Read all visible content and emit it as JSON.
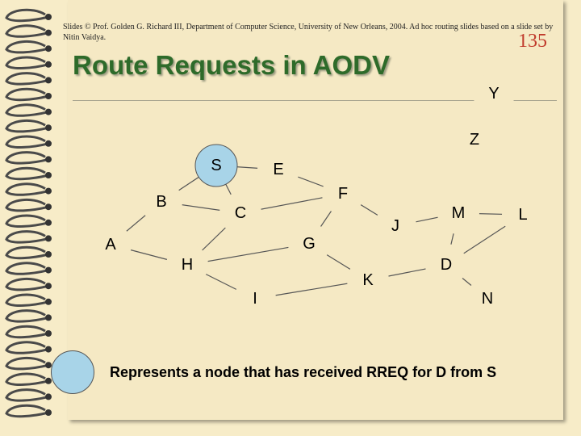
{
  "slide": {
    "credit": "Slides © Prof. Golden G. Richard III, Department of Computer Science, University of New Orleans, 2004. Ad hoc routing slides based on a slide set by Nitin Vaidya.",
    "number": "135",
    "title": "Route Requests in AODV",
    "legend": "Represents a node that has received RREQ for D from S"
  },
  "colors": {
    "received_fill": "#a8d4e8",
    "node_fill": "#f5e9c4",
    "title": "#2e6b2a",
    "slide_number": "#c0392b"
  },
  "graph": {
    "nodes": [
      {
        "id": "S",
        "label": "S",
        "received": true
      },
      {
        "id": "E",
        "label": "E",
        "received": false
      },
      {
        "id": "F",
        "label": "F",
        "received": false
      },
      {
        "id": "B",
        "label": "B",
        "received": false
      },
      {
        "id": "C",
        "label": "C",
        "received": false
      },
      {
        "id": "M",
        "label": "M",
        "received": false
      },
      {
        "id": "L",
        "label": "L",
        "received": false
      },
      {
        "id": "J",
        "label": "J",
        "received": false
      },
      {
        "id": "A",
        "label": "A",
        "received": false
      },
      {
        "id": "G",
        "label": "G",
        "received": false
      },
      {
        "id": "H",
        "label": "H",
        "received": false
      },
      {
        "id": "K",
        "label": "K",
        "received": false
      },
      {
        "id": "D",
        "label": "D",
        "received": false
      },
      {
        "id": "I",
        "label": "I",
        "received": false
      },
      {
        "id": "N",
        "label": "N",
        "received": false
      },
      {
        "id": "Z",
        "label": "Z",
        "received": false
      },
      {
        "id": "Y",
        "label": "Y",
        "received": false
      }
    ],
    "edges": [
      [
        "S",
        "E"
      ],
      [
        "S",
        "C"
      ],
      [
        "S",
        "B"
      ],
      [
        "E",
        "F"
      ],
      [
        "F",
        "C"
      ],
      [
        "F",
        "J"
      ],
      [
        "F",
        "G"
      ],
      [
        "B",
        "C"
      ],
      [
        "B",
        "A"
      ],
      [
        "C",
        "H"
      ],
      [
        "A",
        "H"
      ],
      [
        "G",
        "H"
      ],
      [
        "H",
        "I"
      ],
      [
        "G",
        "K"
      ],
      [
        "K",
        "I"
      ],
      [
        "K",
        "D"
      ],
      [
        "J",
        "M"
      ],
      [
        "M",
        "L"
      ],
      [
        "M",
        "D"
      ],
      [
        "L",
        "D"
      ],
      [
        "D",
        "N"
      ]
    ]
  }
}
